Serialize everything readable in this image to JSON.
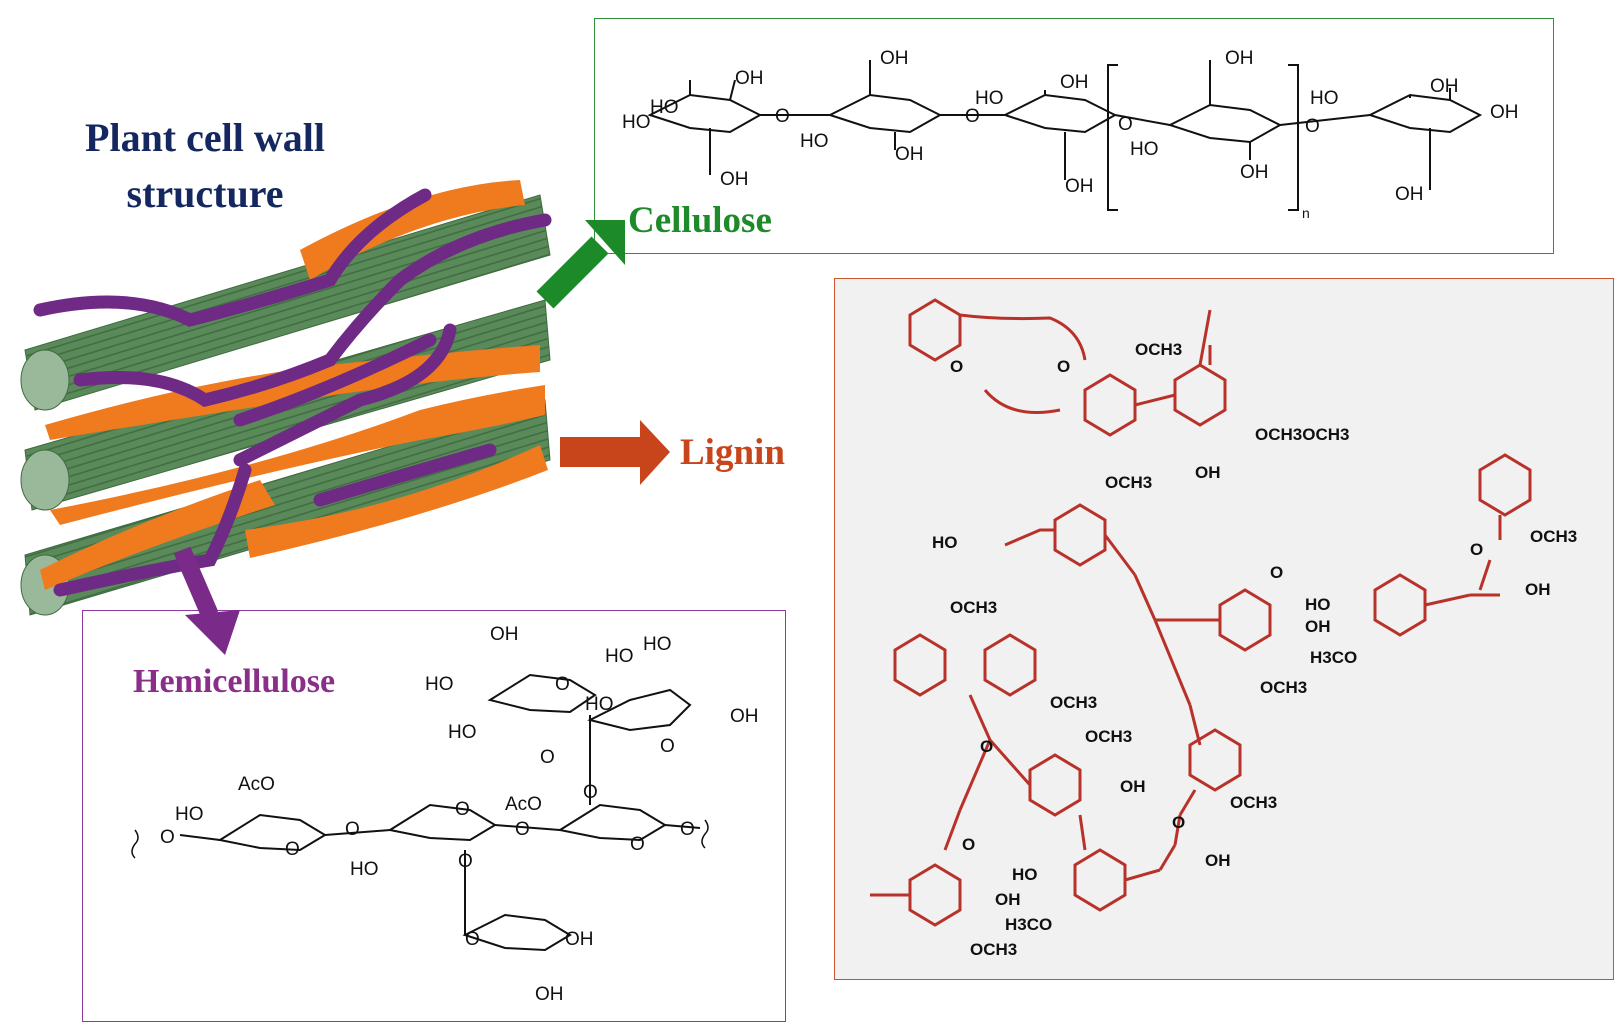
{
  "title": "Plant cell wall structure",
  "title_lines": [
    "Plant cell wall",
    "structure"
  ],
  "labels": {
    "cellulose": "Cellulose",
    "lignin": "Lignin",
    "hemicellulose": "Hemicellulose"
  },
  "colors": {
    "title": "#14285f",
    "cellulose": "#1f8a2a",
    "lignin": "#c8451b",
    "hemicellulose": "#8a2e8a",
    "fiber_green": "#5b8a5a",
    "fiber_orange": "#f07a1e",
    "fiber_purple": "#6e2a84"
  },
  "cellulose_groups": {
    "oh": "OH",
    "ho": "HO",
    "o": "O",
    "repeat": "n"
  },
  "hemicellulose_groups": {
    "oh": "OH",
    "ho": "HO",
    "o": "O",
    "aco": "AcO"
  },
  "lignin_groups": {
    "o": "O",
    "oh": "OH",
    "ho": "HO",
    "och3": "OCH3",
    "och3och3": "OCH3OCH3",
    "h3co": "H3CO"
  }
}
